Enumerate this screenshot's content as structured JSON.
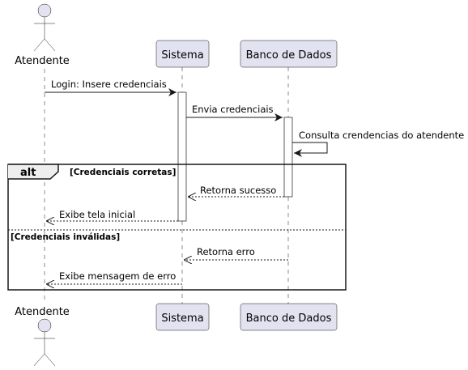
{
  "participants": {
    "atendente": "Atendente",
    "sistema": "Sistema",
    "banco": "Banco de Dados"
  },
  "messages": {
    "login": "Login: Insere credenciais",
    "envia": "Envia credenciais",
    "consulta": "Consulta crendencias do atendente",
    "retorna_sucesso": "Retorna sucesso",
    "exibe_tela": "Exibe tela inicial",
    "retorna_erro": "Retorna erro",
    "exibe_erro": "Exibe mensagem de erro"
  },
  "fragment": {
    "keyword": "alt",
    "guard1": "[Credenciais corretas]",
    "guard2": "[Credenciais inválidas]"
  },
  "colors": {
    "participant_fill": "#e2e2f0",
    "participant_stroke": "#181818",
    "lifeline": "#181818"
  }
}
